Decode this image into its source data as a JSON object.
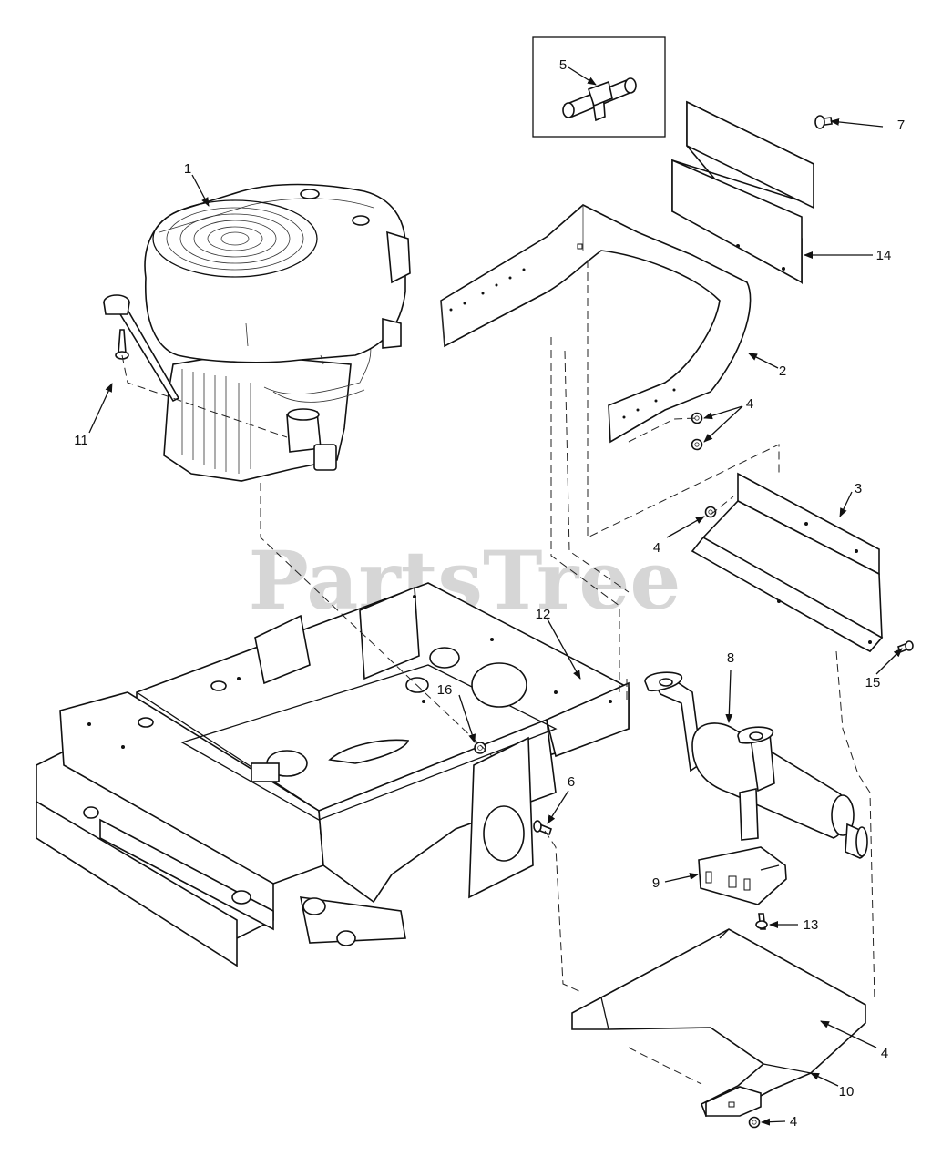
{
  "watermark": "PartsTree",
  "callouts": {
    "c1": "1",
    "c2": "2",
    "c3": "3",
    "c4a": "4",
    "c4b": "4",
    "c4c": "4",
    "c4d": "4",
    "c5": "5",
    "c6": "6",
    "c7": "7",
    "c8": "8",
    "c9": "9",
    "c10": "10",
    "c11": "11",
    "c12": "12",
    "c13": "13",
    "c14": "14",
    "c15": "15",
    "c16": "16"
  }
}
